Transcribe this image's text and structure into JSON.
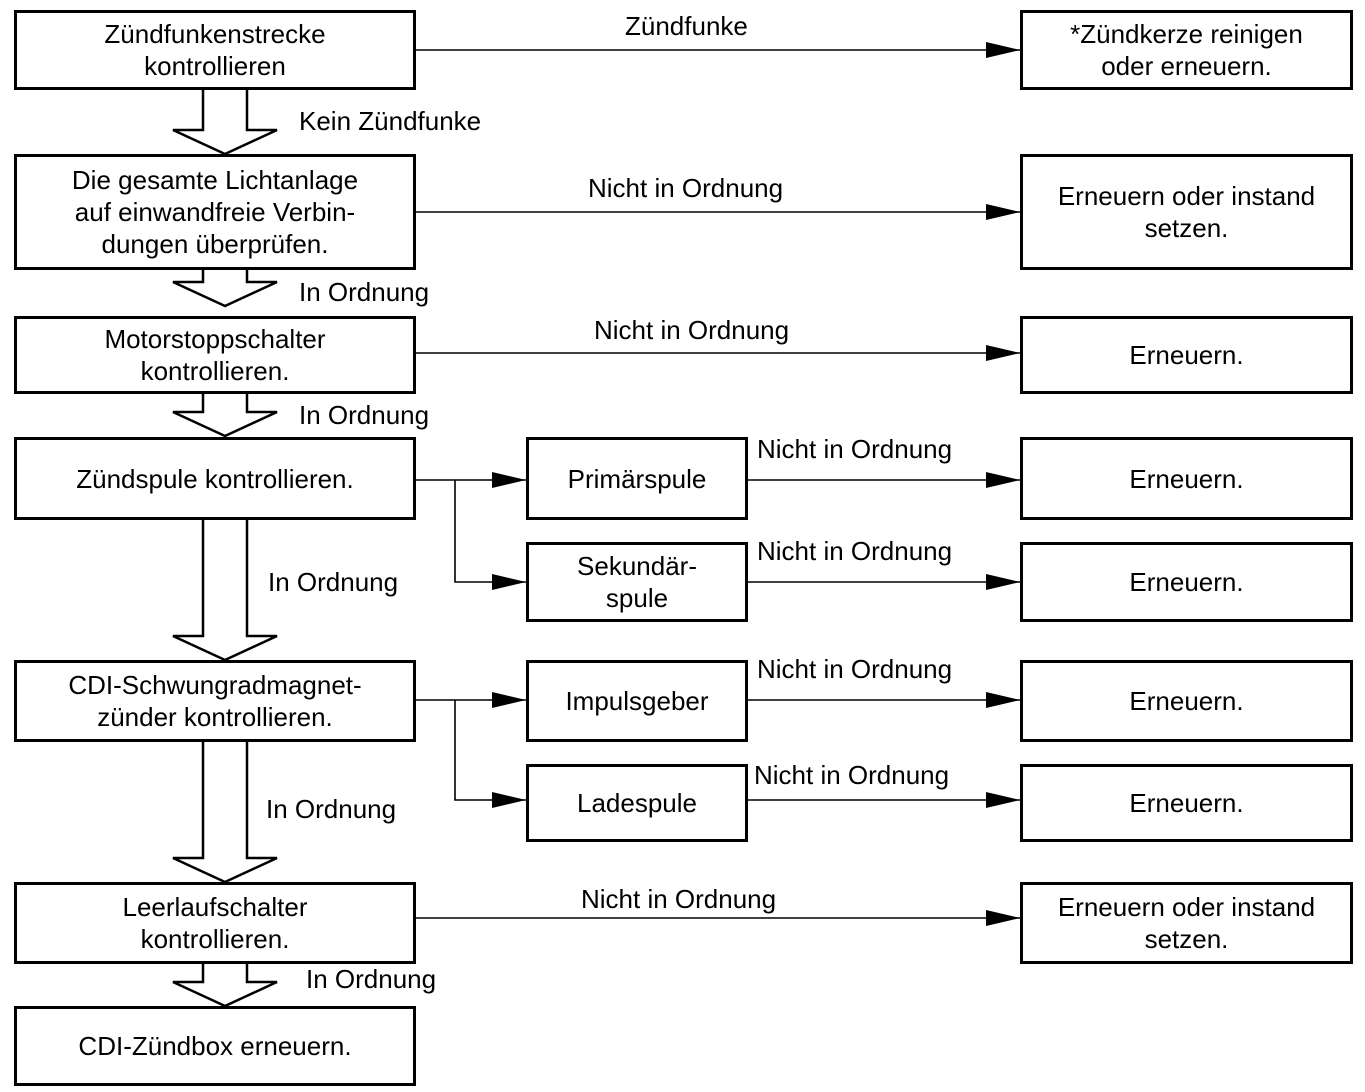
{
  "colors": {
    "line": "#000000",
    "background": "#ffffff"
  },
  "boxes": {
    "b1": "Zündfunkenstrecke\nkontrollieren",
    "b2": "Die gesamte Lichtanlage\nauf einwandfreie Verbin-\ndungen überprüfen.",
    "b3": "Motorstoppschalter\nkontrollieren.",
    "b4": "Zündspule kontrollieren.",
    "b5": "CDI-Schwungradmagnet-\nzünder kontrollieren.",
    "b6": "Leerlaufschalter\nkontrollieren.",
    "b7": "CDI-Zündbox erneuern.",
    "r1": "*Zündkerze reinigen\noder erneuern.",
    "r2": "Erneuern oder instand\nsetzen.",
    "r3": "Erneuern.",
    "m1": "Primärspule",
    "r4": "Erneuern.",
    "m2": "Sekundär-\nspule",
    "r5": "Erneuern.",
    "m3": "Impulsgeber",
    "r6": "Erneuern.",
    "m4": "Ladespule",
    "r7": "Erneuern.",
    "r8": "Erneuern oder instand\nsetzen."
  },
  "labels": {
    "spark": "Zündfunke",
    "no_spark": "Kein Zündfunke",
    "ok_1": "In Ordnung",
    "not_ok_1": "Nicht in Ordnung",
    "ok_2": "In Ordnung",
    "not_ok_2": "Nicht in Ordnung",
    "ok_3": "In Ordnung",
    "not_ok_primary": "Nicht in Ordnung",
    "not_ok_secondary": "Nicht in Ordnung",
    "ok_4": "In Ordnung",
    "not_ok_pulser": "Nicht in Ordnung",
    "not_ok_charging": "Nicht in Ordnung",
    "not_ok_3": "Nicht in Ordnung",
    "ok_5": "In Ordnung"
  }
}
